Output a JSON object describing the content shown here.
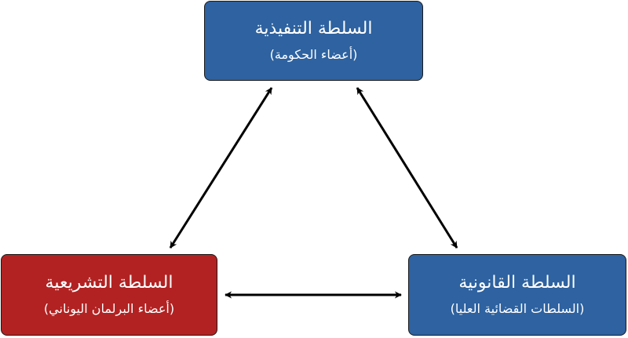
{
  "boxes": {
    "executive": {
      "title": "السلطة التنفيذية",
      "subtitle": "(أعضاء الحكومة)",
      "color": "#2e62a0"
    },
    "legislative": {
      "title": "السلطة التشريعية",
      "subtitle": "(أعضاء البرلمان اليوناني)",
      "color": "#b22222"
    },
    "judicial": {
      "title": "السلطة القانونية",
      "subtitle": "(السلطات القضائية العليا)",
      "color": "#2e62a0"
    }
  },
  "arrow_color": "#000000"
}
